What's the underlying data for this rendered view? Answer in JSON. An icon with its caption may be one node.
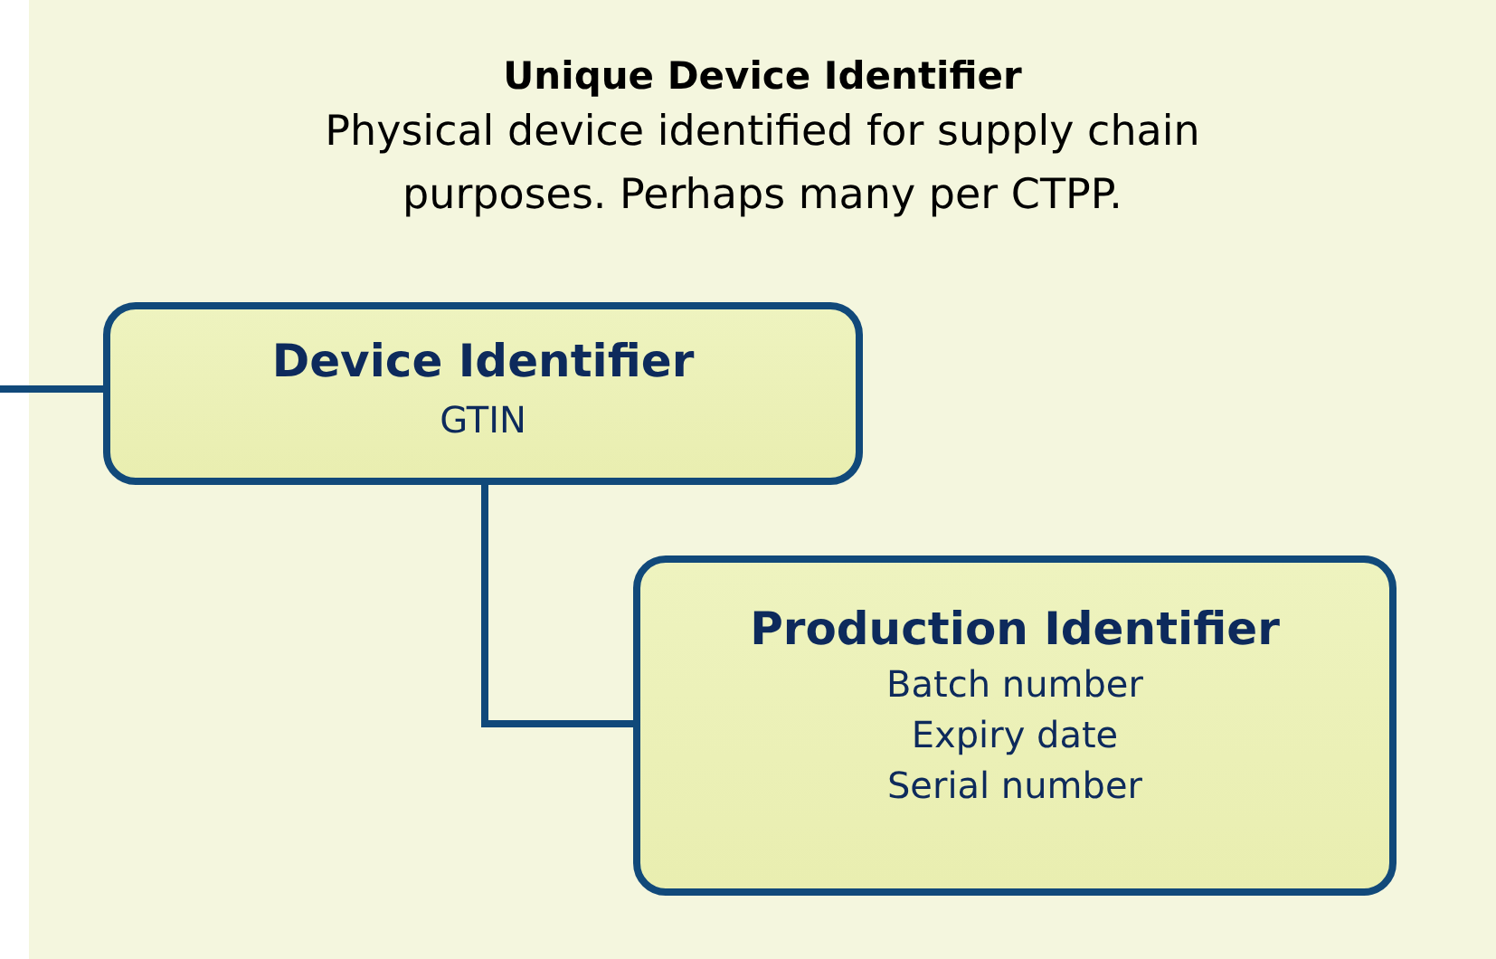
{
  "diagram": {
    "nodes": [
      {
        "text": [
          "Unique Device Identifier",
          "Physical device identified for supply chain purposes. Perhaps many per CTPP."
        ]
      },
      {
        "text": [
          "Device Identifier",
          "GTIN"
        ],
        "in": 0
      },
      {
        "text": [
          "Production Identifier",
          "Batch number",
          "Expiry date",
          "Serial number"
        ],
        "in": 0
      }
    ],
    "edges": [
      {
        "from": null,
        "to": 1,
        "arrow": "none"
      },
      {
        "from": 1,
        "to": 2,
        "arrow": "none"
      }
    ]
  }
}
